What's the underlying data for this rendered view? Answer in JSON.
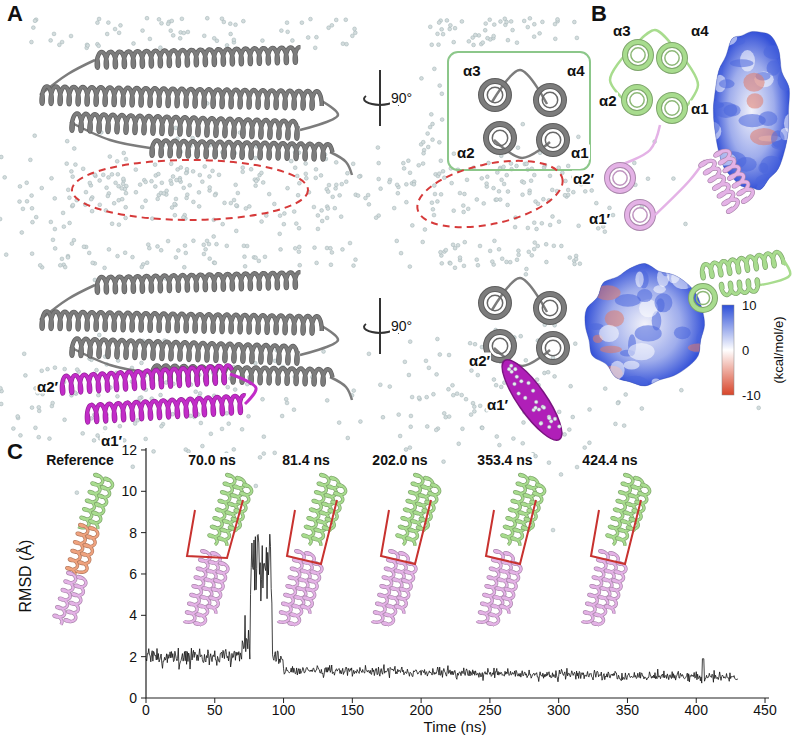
{
  "diagram": {
    "labels": [
      "A",
      "B",
      "C",
      "90°",
      "α3",
      "α4",
      "α2",
      "α1",
      "90°",
      "α2′",
      "α1′",
      "α2′",
      "α1′",
      "α3",
      "α4",
      "α2",
      "α1",
      "α2′",
      "α1′",
      "10",
      "0",
      "-10",
      "(kcal/mol/e)",
      "RMSD (Å)",
      "0",
      "2",
      "4",
      "6",
      "8",
      "10",
      "12",
      "0",
      "50",
      "100",
      "150",
      "200",
      "250",
      "300",
      "350",
      "400",
      "450",
      "Time (ns)",
      "Reference",
      "70.0 ns",
      "81.4 ns",
      "202.0 ns",
      "353.4 ns",
      "424.4 ns"
    ]
  }
}
